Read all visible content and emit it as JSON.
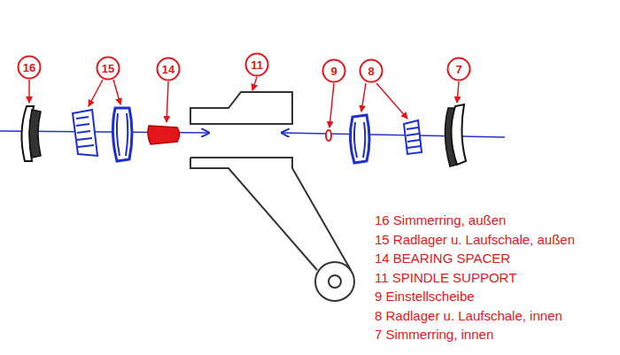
{
  "diagram": {
    "nodes": [
      {
        "text": [
          "16"
        ]
      },
      {
        "text": [
          "15"
        ]
      },
      {
        "text": [
          "14"
        ]
      },
      {
        "text": [
          "11"
        ]
      },
      {
        "text": [
          "9"
        ]
      },
      {
        "text": [
          "8"
        ]
      },
      {
        "text": [
          "7"
        ]
      }
    ],
    "labels": [
      "16 Simmerring, außen",
      "15 Radlager u. Laufschale, außen",
      "14 BEARING SPACER",
      "11 SPINDLE SUPPORT",
      "9 Einstellscheibe",
      "8 Radlager u. Laufschale, innen",
      "7 Simmerring, innen"
    ]
  }
}
